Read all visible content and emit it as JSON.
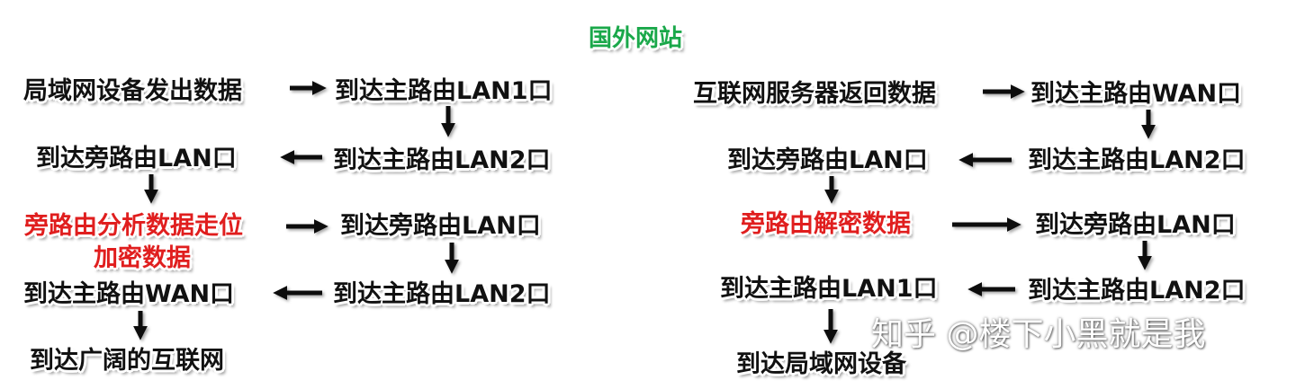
{
  "title": "国外网站",
  "colors": {
    "text": "#111111",
    "highlight": "#e01e1e",
    "title": "#1aa84a"
  },
  "left": {
    "device_send": "局域网设备发出数据",
    "main_lan1": "到达主路由LAN1口",
    "main_lan2_a": "到达主路由LAN2口",
    "bypass_lan_a": "到达旁路由LAN口",
    "bypass_process_1": "旁路由分析数据走位",
    "bypass_process_2": "加密数据",
    "bypass_lan_b": "到达旁路由LAN口",
    "main_lan2_b": "到达主路由LAN2口",
    "main_wan": "到达主路由WAN口",
    "internet": "到达广阔的互联网"
  },
  "right": {
    "server_return": "互联网服务器返回数据",
    "main_wan": "到达主路由WAN口",
    "main_lan2_a": "到达主路由LAN2口",
    "bypass_lan_a": "到达旁路由LAN口",
    "bypass_decrypt": "旁路由解密数据",
    "bypass_lan_b": "到达旁路由LAN口",
    "main_lan2_b": "到达主路由LAN2口",
    "main_lan1": "到达主路由LAN1口",
    "device": "到达局域网设备"
  },
  "watermark": "知乎 @楼下小黑就是我"
}
